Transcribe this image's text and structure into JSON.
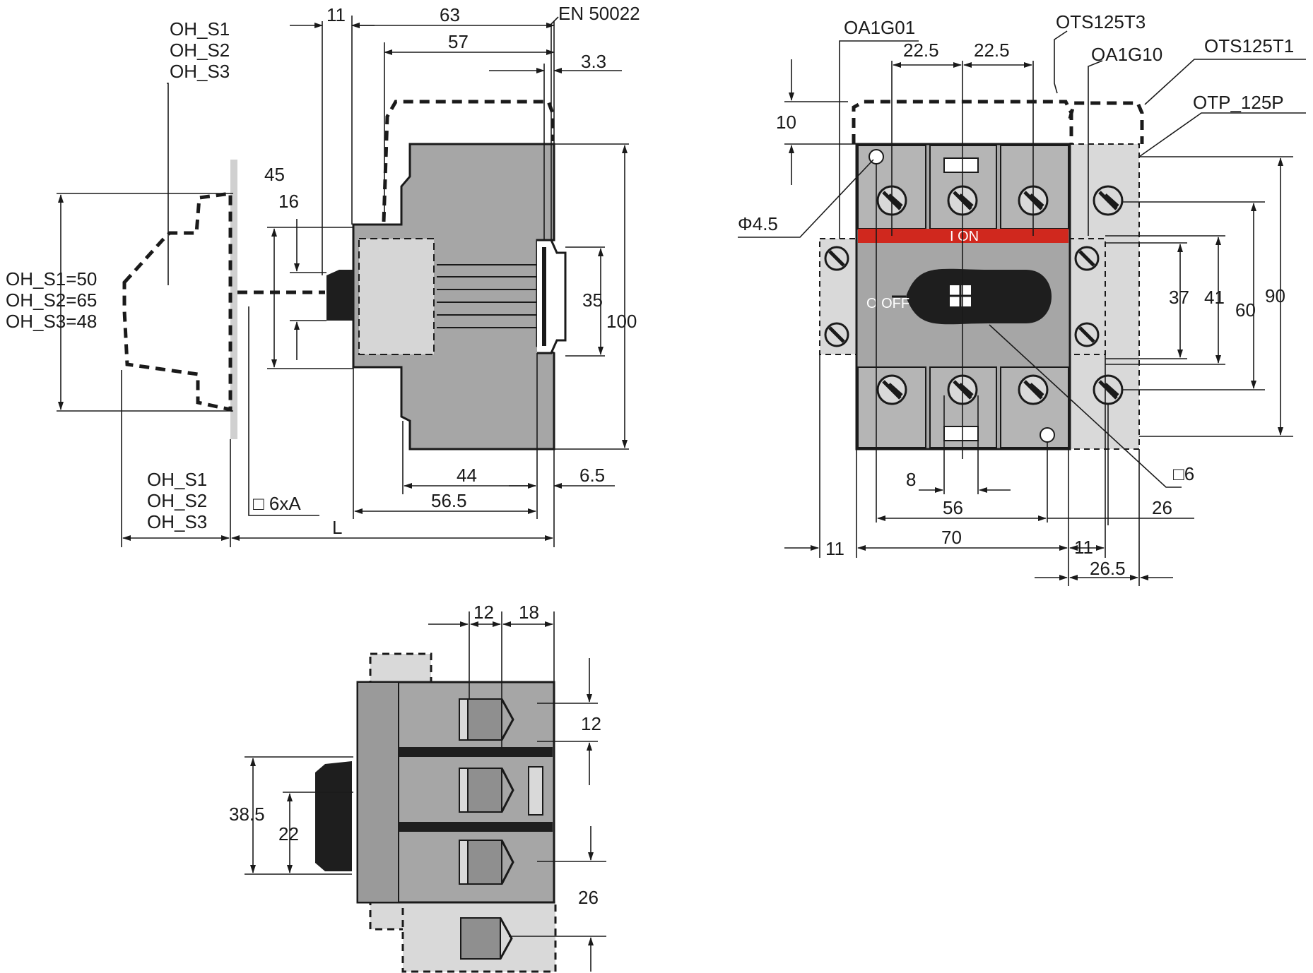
{
  "side_view": {
    "mechanism_labels_top": [
      "OH_S1",
      "OH_S2",
      "OH_S3"
    ],
    "mechanism_labels_bottom": [
      "OH_S1",
      "OH_S2",
      "OH_S3"
    ],
    "handle_heights": [
      "OH_S1=50",
      "OH_S2=65",
      "OH_S3=48"
    ],
    "shaft_label": "□ 6xA",
    "length_label": "L",
    "standard": "EN 50022",
    "dims": {
      "d11": "11",
      "d63": "63",
      "d57": "57",
      "d3_3": "3.3",
      "d45": "45",
      "d16": "16",
      "d35": "35",
      "d100": "100",
      "d44": "44",
      "d6_5": "6.5",
      "d56_5": "56.5"
    }
  },
  "front_view": {
    "accessories": {
      "oa1g01": "OA1G01",
      "ots125t3": "OTS125T3",
      "oa1g10": "OA1G10",
      "ots125t1": "OTS125T1",
      "otp125p": "OTP_125P"
    },
    "hole_label": "Φ4.5",
    "square_label": "□6",
    "on_label": "I  ON",
    "off_label": "O OFF",
    "dims": {
      "d22_5a": "22.5",
      "d22_5b": "22.5",
      "d10": "10",
      "d37": "37",
      "d41": "41",
      "d60": "60",
      "d90": "90",
      "d8": "8",
      "d56": "56",
      "d26": "26",
      "d11a": "11",
      "d70": "70",
      "d11b": "11",
      "d26_5": "26.5"
    }
  },
  "bottom_view": {
    "dims": {
      "d12a": "12",
      "d18": "18",
      "d12b": "12",
      "d38_5": "38.5",
      "d22": "22",
      "d26": "26"
    }
  },
  "colors": {
    "body": "#a6a6a6",
    "accessory": "#dcdcdc",
    "on_bar": "#d0281e",
    "line": "#1a1a1a"
  }
}
